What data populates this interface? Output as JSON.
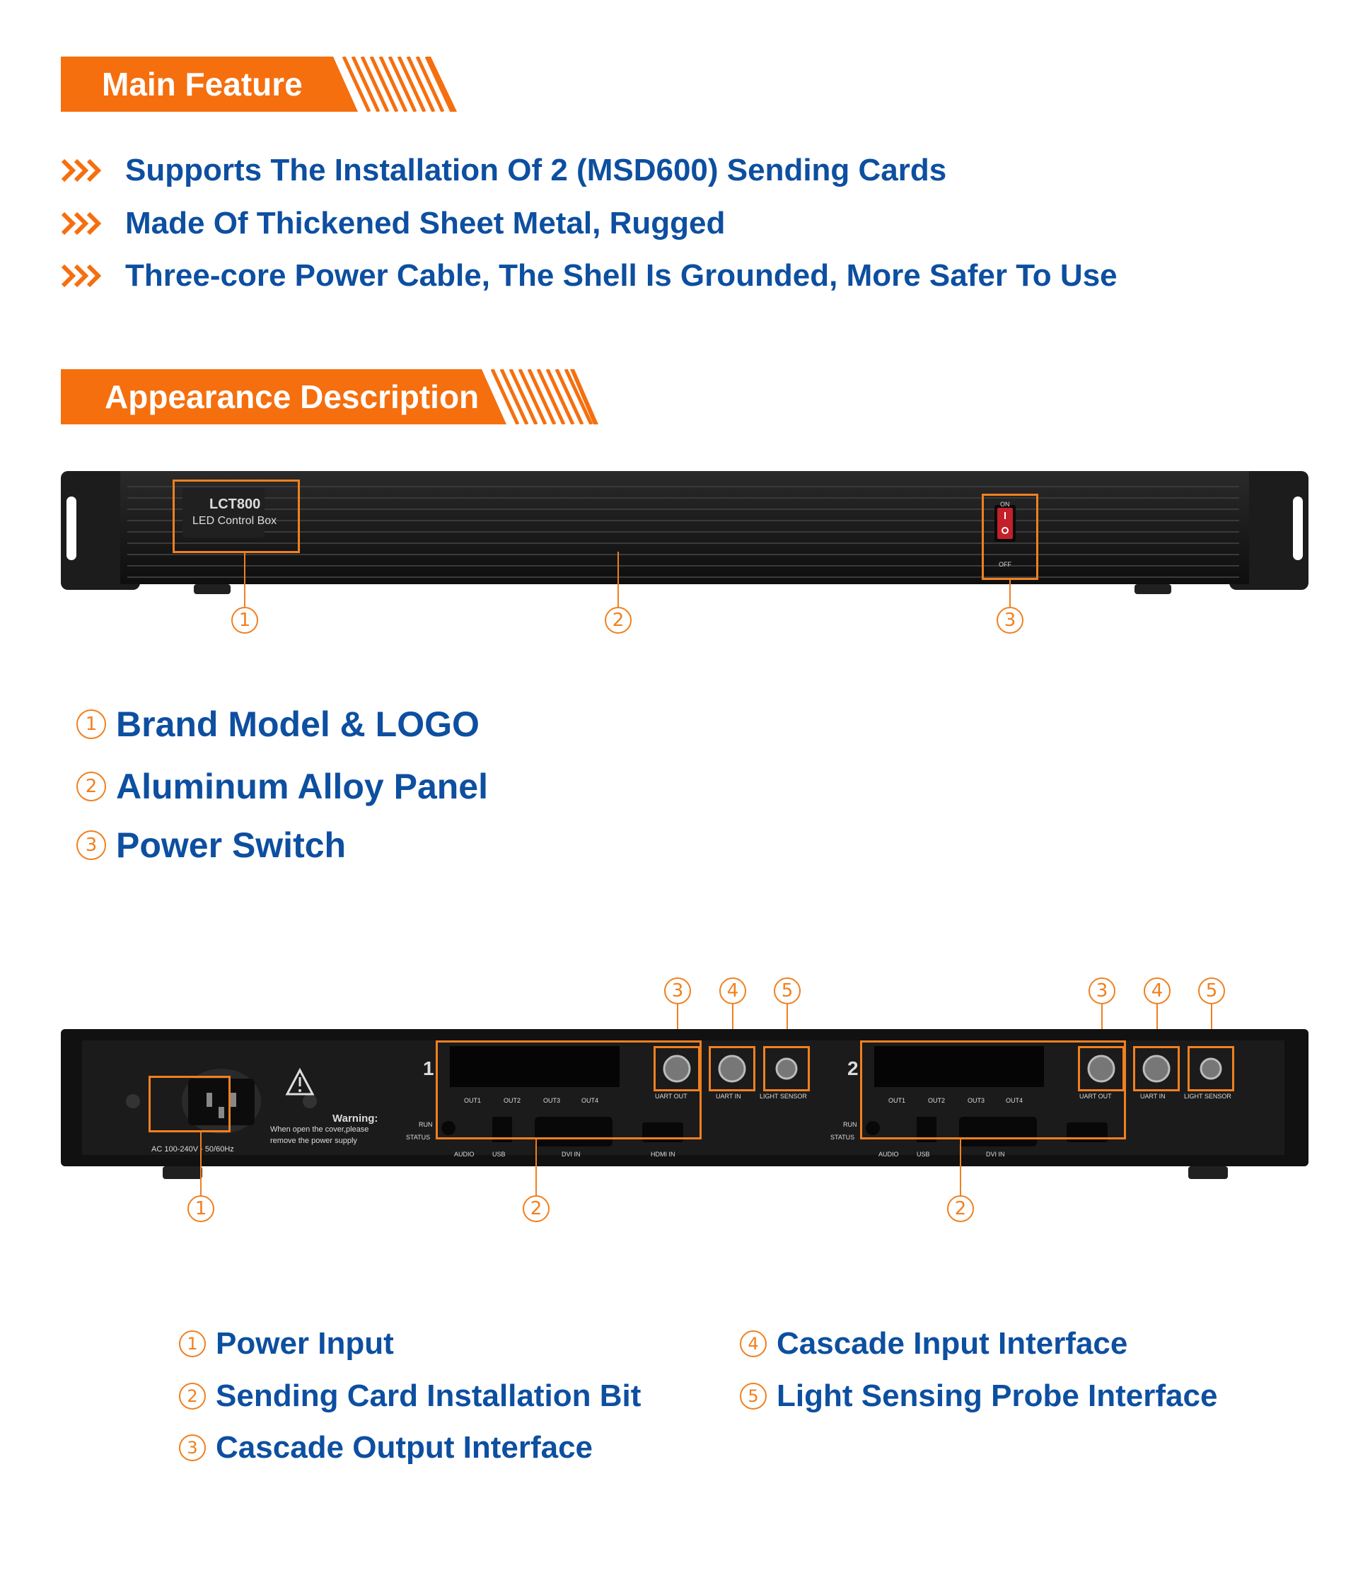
{
  "sections": {
    "main_feature": {
      "title": "Main Feature",
      "items": [
        "Supports The Installation Of 2 (MSD600) Sending Cards",
        "Made Of Thickened Sheet Metal, Rugged",
        "Three-core Power Cable, The Shell Is Grounded, More Safer To Use"
      ]
    },
    "appearance": {
      "title": "Appearance Description"
    }
  },
  "front_device": {
    "brand_model": "LCT800",
    "brand_subtitle": "LED Control Box",
    "switch_on": "ON",
    "switch_off": "OFF",
    "callouts": [
      "1",
      "2",
      "3"
    ]
  },
  "front_labels": [
    {
      "num": "1",
      "text": "Brand Model & LOGO"
    },
    {
      "num": "2",
      "text": "Aluminum Alloy Panel"
    },
    {
      "num": "3",
      "text": "Power Switch"
    }
  ],
  "rear_device": {
    "power_rating": "AC 100-240V - 50/60Hz",
    "warning_title": "Warning:",
    "warning_text_1": "When open the cover,please",
    "warning_text_2": "remove the power supply",
    "slot1_number": "1",
    "slot2_number": "2",
    "outs": [
      "OUT1",
      "OUT2",
      "OUT3",
      "OUT4"
    ],
    "run": "RUN",
    "status": "STATUS",
    "audio": "AUDIO",
    "usb": "USB",
    "dvi_in": "DVI IN",
    "hdmi_in": "HDMI IN",
    "uart_out": "UART OUT",
    "uart_in": "UART IN",
    "light_sensor": "LIGHT SENSOR",
    "top_callouts": [
      "3",
      "4",
      "5"
    ],
    "bottom_callouts": [
      "1",
      "2",
      "2"
    ]
  },
  "rear_labels_left": [
    {
      "num": "1",
      "text": "Power Input"
    },
    {
      "num": "2",
      "text": "Sending Card Installation Bit"
    },
    {
      "num": "3",
      "text": "Cascade Output Interface"
    }
  ],
  "rear_labels_right": [
    {
      "num": "4",
      "text": "Cascade Input Interface"
    },
    {
      "num": "5",
      "text": "Light Sensing Probe Interface"
    }
  ],
  "colors": {
    "accent_orange": "#f56f0f",
    "text_blue": "#0d4fa0",
    "device_black": "#161616"
  },
  "icons": [
    "triple-chevron-icon",
    "warning-triangle-icon",
    "power-socket-icon",
    "rocker-switch-icon"
  ]
}
